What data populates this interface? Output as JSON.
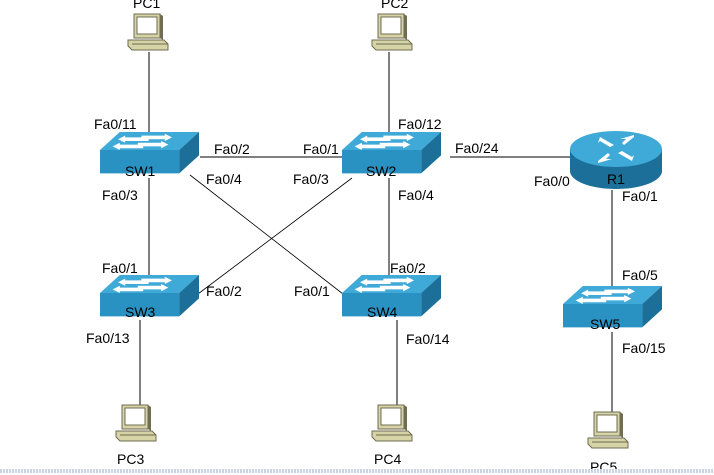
{
  "diagram": {
    "colors": {
      "device_top": "#3fa9d8",
      "device_front": "#2a92c2",
      "device_side": "#1b6f99",
      "arrow": "#ffffff",
      "link": "#000000",
      "pc_body": "#d6d3a6",
      "pc_screen": "#ffffff",
      "pc_outline": "#6f6d52"
    },
    "devices": {
      "pc1": {
        "label": "PC1",
        "type": "pc"
      },
      "pc2": {
        "label": "PC2",
        "type": "pc"
      },
      "pc3": {
        "label": "PC3",
        "type": "pc"
      },
      "pc4": {
        "label": "PC4",
        "type": "pc"
      },
      "pc5": {
        "label": "PC5",
        "type": "pc"
      },
      "sw1": {
        "label": "SW1",
        "type": "switch"
      },
      "sw2": {
        "label": "SW2",
        "type": "switch"
      },
      "sw3": {
        "label": "SW3",
        "type": "switch"
      },
      "sw4": {
        "label": "SW4",
        "type": "switch"
      },
      "sw5": {
        "label": "SW5",
        "type": "switch"
      },
      "r1": {
        "label": "R1",
        "type": "router"
      }
    },
    "links": [
      {
        "from": "pc1",
        "to": "sw1",
        "from_port": "",
        "to_port": "Fa0/11"
      },
      {
        "from": "pc2",
        "to": "sw2",
        "from_port": "",
        "to_port": "Fa0/12"
      },
      {
        "from": "sw1",
        "to": "sw2",
        "from_port": "Fa0/2",
        "to_port": "Fa0/1"
      },
      {
        "from": "sw2",
        "to": "r1",
        "from_port": "Fa0/24",
        "to_port": "Fa0/0"
      },
      {
        "from": "sw1",
        "to": "sw3",
        "from_port": "Fa0/3",
        "to_port": "Fa0/1"
      },
      {
        "from": "sw1",
        "to": "sw4",
        "from_port": "Fa0/4",
        "to_port": "Fa0/1"
      },
      {
        "from": "sw2",
        "to": "sw3",
        "from_port": "Fa0/3",
        "to_port": "Fa0/2"
      },
      {
        "from": "sw2",
        "to": "sw4",
        "from_port": "Fa0/4",
        "to_port": "Fa0/2"
      },
      {
        "from": "r1",
        "to": "sw5",
        "from_port": "Fa0/1",
        "to_port": "Fa0/5"
      },
      {
        "from": "sw3",
        "to": "pc3",
        "from_port": "Fa0/13",
        "to_port": ""
      },
      {
        "from": "sw4",
        "to": "pc4",
        "from_port": "Fa0/14",
        "to_port": ""
      },
      {
        "from": "sw5",
        "to": "pc5",
        "from_port": "Fa0/15",
        "to_port": ""
      }
    ],
    "port_labels": {
      "sw1_fa0_11": "Fa0/11",
      "sw1_fa0_2": "Fa0/2",
      "sw1_fa0_4": "Fa0/4",
      "sw1_fa0_3": "Fa0/3",
      "sw2_fa0_1": "Fa0/1",
      "sw2_fa0_12": "Fa0/12",
      "sw2_fa0_24": "Fa0/24",
      "sw2_fa0_3": "Fa0/3",
      "sw2_fa0_4": "Fa0/4",
      "r1_fa0_0": "Fa0/0",
      "r1_fa0_1": "Fa0/1",
      "sw3_fa0_1": "Fa0/1",
      "sw3_fa0_2": "Fa0/2",
      "sw3_fa0_13": "Fa0/13",
      "sw4_fa0_1": "Fa0/1",
      "sw4_fa0_2": "Fa0/2",
      "sw4_fa0_14": "Fa0/14",
      "sw5_fa0_5": "Fa0/5",
      "sw5_fa0_15": "Fa0/15"
    }
  }
}
